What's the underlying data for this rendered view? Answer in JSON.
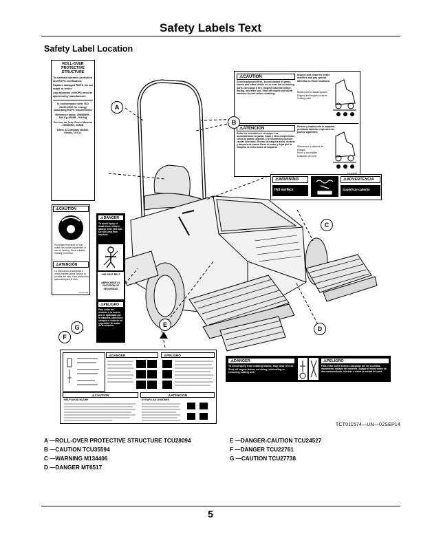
{
  "page": {
    "title": "Safety Labels Text",
    "section_heading": "Safety Label Location",
    "figure_code": "TCT011574—UN—02SEP14",
    "page_number": "5"
  },
  "callouts": [
    "A",
    "B",
    "C",
    "D",
    "E",
    "F",
    "G"
  ],
  "legend": {
    "left": [
      "A —ROLL-OVER PROTECTIVE STRUCTURE TCU28094",
      "B —CAUTION TCU35594",
      "C —WARNING M134406",
      "D —DANGER MT6517"
    ],
    "right": [
      "E —DANGER-CAUTION TCU24527",
      "F —DANGER TCU22761",
      "G —CAUTION TCU27738"
    ]
  },
  "labels": {
    "rops": {
      "header": "ROLL-OVER PROTECTIVE STRUCTURE",
      "intro": "To maintain operator protection and ROPS certification:",
      "bullet1": "Replace damaged ROPS, do not repair or revise",
      "bullet2": "Any alteration of ROPS must be approved by manufacturer",
      "conformance": "In conformance with: ISO 21299:2009 for energy absorbing ROPS requirements",
      "reference": "Reference mass: 2500B/EH - 834 Kg 2653B - 918 Kg",
      "foruse": "For use on John Deere Mowers 2500B/EH, 2653B",
      "company": "Deere & Company Moline, Illinois, U.S.A."
    },
    "caution_b": {
      "caution_word": "CAUTION",
      "caution_text": "Avoid equipment fires. Accumulation of grass, leaves and other debris on or near hot or moving parts can cause a fire. Inspect machine before, during, and after use. Shut off engine and allow machine to cool before cleaning.",
      "inspect_title": "Inspect and clean the entire machine and pay special attention to these locations:",
      "inspect_items": [
        "Muffler and exhaust system",
        "Engine and engine screens",
        "Cutting units"
      ],
      "atencion_word": "ATENCION",
      "atencion_text": "Evitar los incendios en el equipo. Las acumulaciones de pasto, hojas y otros desperdicios cerca de piezas calientes o en movimiento pueden causar incendios. Revisar la máquina antes, durante y después de usarla. Parar el motor y dejar que la máquina se enfríe antes de limpiarla.",
      "revisar_title": "Revisar y limpiar toda la máquina, prestando atención especial a los puntos siguientes:",
      "revisar_items": [
        "Silenciador y sistema de escape",
        "Motor y sus rejillas",
        "Unidades de corte"
      ],
      "code": "TCU35594"
    },
    "warning_c": {
      "warning_word": "WARNING",
      "advertencia_word": "ADVERTENCIA",
      "hot_surface": "Hot surface",
      "superficie": "Superficie caliente"
    },
    "caution_g": {
      "caution_word": "CAUTION",
      "caution_text": "Prolonged exposure to loud noise can cause impairment or loss of hearing. Wear suitable hearing protection.",
      "atencion_word": "ATENCIÓN",
      "atencion_text": "La exposición prolongada a ruidos fuertes puede causar la pérdida del oído. Usar protección adecuada para el oído.",
      "code": "TCU27738"
    },
    "danger_f": {
      "danger_word": "DANGER",
      "danger_text": "To avoid injury or death from rollover, always wear seat belt. Do not jump from machine.",
      "seat_belt": "USE SEAT BELT",
      "abrochese": "ABRÓCHESE EL CINTURÓN DE SEGURIDAD",
      "peligro_word": "PELIGRO",
      "peligro_text": "Para evitar las lesiones o la muerte por un aplastado por la máquina, abróchese siempre el cinturón de seguridad. No saltar de la máquina."
    },
    "danger_d": {
      "danger_word": "DANGER",
      "danger_text": "To avoid injury from rotating blades, stay clear of reel. Shut off engine before servicing, lubricating or removing cutting unit.",
      "peligro_word": "PELIGRO",
      "peligro_text": "Para evitar sufrir lesiones causadas por las cuchillas, mantenerse alejado del molinete. Apagar el motor antes de dar mantenimiento, lubricar o retirar la unidad de corte."
    },
    "danger_caution_e": {
      "danger_word": "DANGER",
      "peligro_word": "PELIGRO",
      "caution_word": "CAUTION",
      "atencion_word": "ATENCION",
      "help_avoid": "HELP AVOID INJURY",
      "evitar": "EVITAR LAS LESIONES"
    }
  }
}
